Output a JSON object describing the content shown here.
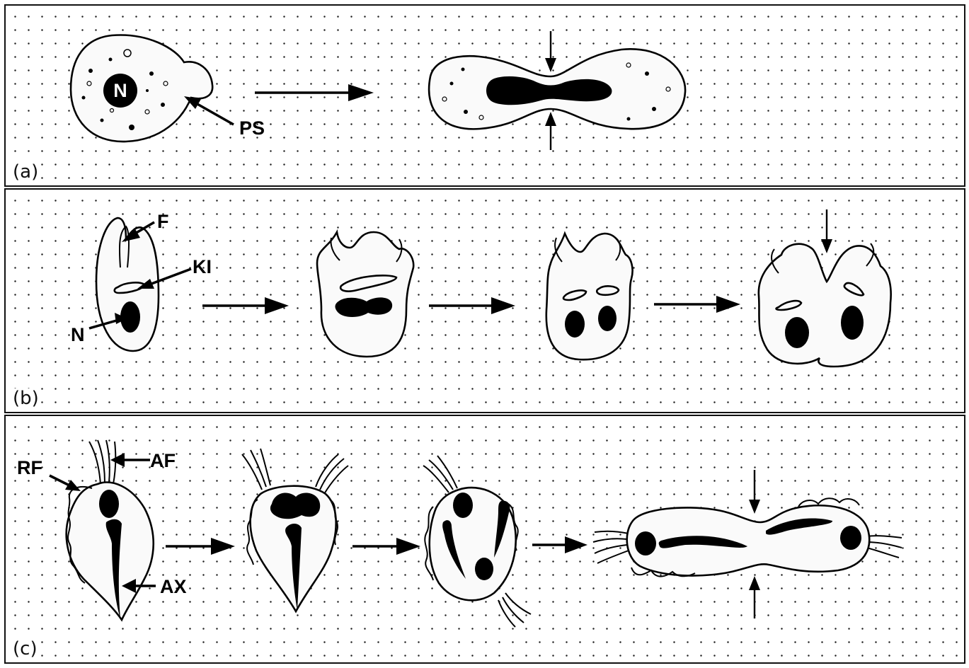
{
  "panels": [
    {
      "letter": "(a)",
      "labels": {
        "nucleus": "N",
        "pseudopod": "PS"
      }
    },
    {
      "letter": "(b)",
      "labels": {
        "flagellum": "F",
        "kinetoplast": "KI",
        "nucleus": "N"
      }
    },
    {
      "letter": "(c)",
      "labels": {
        "recurrent_flagellum": "RF",
        "anterior_flagella": "AF",
        "axostyle": "AX"
      }
    }
  ]
}
